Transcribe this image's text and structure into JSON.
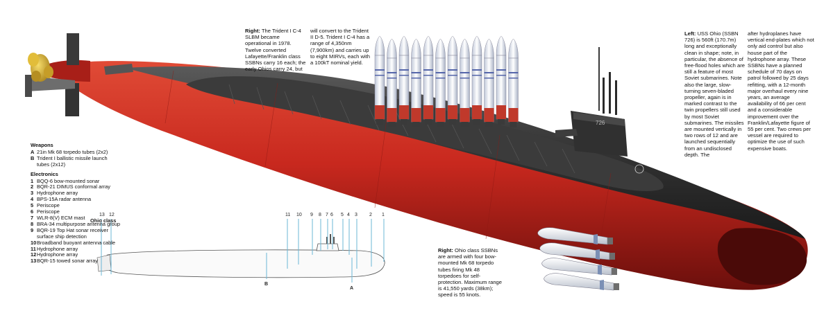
{
  "captions": {
    "right_top_lead": "Right:",
    "right_top_a": " The Trident I C-4 SLBM became operational in 1978. Twelve converted Lafayette/Franklin class SSBNs carry 16 each; the early Ohios carry 24, but",
    "right_top_b": "will convert to the Trident II D-5. Trident I C-4 has a range of 4,350nm (7,900km) and carries up to eight MIRVs, each with a 100kT nominal yield.",
    "left_top_lead": "Left:",
    "left_top_a": " USS Ohio (SSBN 726) is 560ft (170.7m) long and exceptionally clean in shape; note, in particular, the absence of free-flood holes which are still a feature of most Soviet submarines. Note also the large, slow-turning seven-bladed propeller, again is in marked contrast to the twin propellers still used by most Soviet submarines. The missiles are mounted vertically in two rows of 12 and are launched sequentially from an undisclosed depth. The",
    "left_top_b": "after hydroplanes have vertical end-plates which not only aid control but also house part of the hydrophone array. These SSBNs have a planned schedule of 70 days on patrol followed by 25 days refitting, with a 12-month major overhaul every nine years, an average availability of 66 per cent and a considerable improvement over the Franklin/Lafayette figure of 55 per cent. Two crews per vessel are required to optimize the use of such expensive boats.",
    "right_bottom_lead": "Right:",
    "right_bottom": " Ohio class SSBNs are armed with four bow-mounted Mk 68 torpedo tubes firing Mk 48 torpedoes for self-protection. Maximum range is 41,550 yards (38km); speed is 55 knots."
  },
  "legend": {
    "weapons_title": "Weapons",
    "weapons": [
      {
        "key": "A",
        "text": "21in Mk 68 torpedo tubes (2x2)"
      },
      {
        "key": "B",
        "text": "Trident I ballistic missile launch tubes (2x12)"
      }
    ],
    "electronics_title": "Electronics",
    "electronics": [
      {
        "key": "1",
        "text": "BQQ-6 bow-mounted sonar"
      },
      {
        "key": "2",
        "text": "BQR-21 DIMUS conformal array"
      },
      {
        "key": "3",
        "text": "Hydrophone array"
      },
      {
        "key": "4",
        "text": "BPS-15A radar antenna"
      },
      {
        "key": "5",
        "text": "Periscope"
      },
      {
        "key": "6",
        "text": "Periscope"
      },
      {
        "key": "7",
        "text": "WLR-8(V) ECM mast"
      },
      {
        "key": "8",
        "text": "BRA-34 multipurpose antenna group"
      },
      {
        "key": "9",
        "text": "BQR-19 Top Hat sonar receiver surface ship detection"
      },
      {
        "key": "10",
        "text": "Broadband buoyant antenna cable"
      },
      {
        "key": "11",
        "text": "Hydrophone array"
      },
      {
        "key": "12",
        "text": "Hydrophone array"
      },
      {
        "key": "13",
        "text": "BQR-15 towed sonar array"
      }
    ]
  },
  "profile": {
    "title": "Ohio class",
    "label_a": "A",
    "label_b": "B",
    "callouts": [
      "13",
      "12",
      "11",
      "10",
      "9",
      "8",
      "7",
      "6",
      "5",
      "4",
      "3",
      "2",
      "1"
    ]
  },
  "hull_marking": "726",
  "colors": {
    "hull_red": "#c8281e",
    "hull_black": "#2a2a2a",
    "propeller": "#d8b12a",
    "missile_band": "#c0392b",
    "callout_line": "#6bb7d6"
  }
}
